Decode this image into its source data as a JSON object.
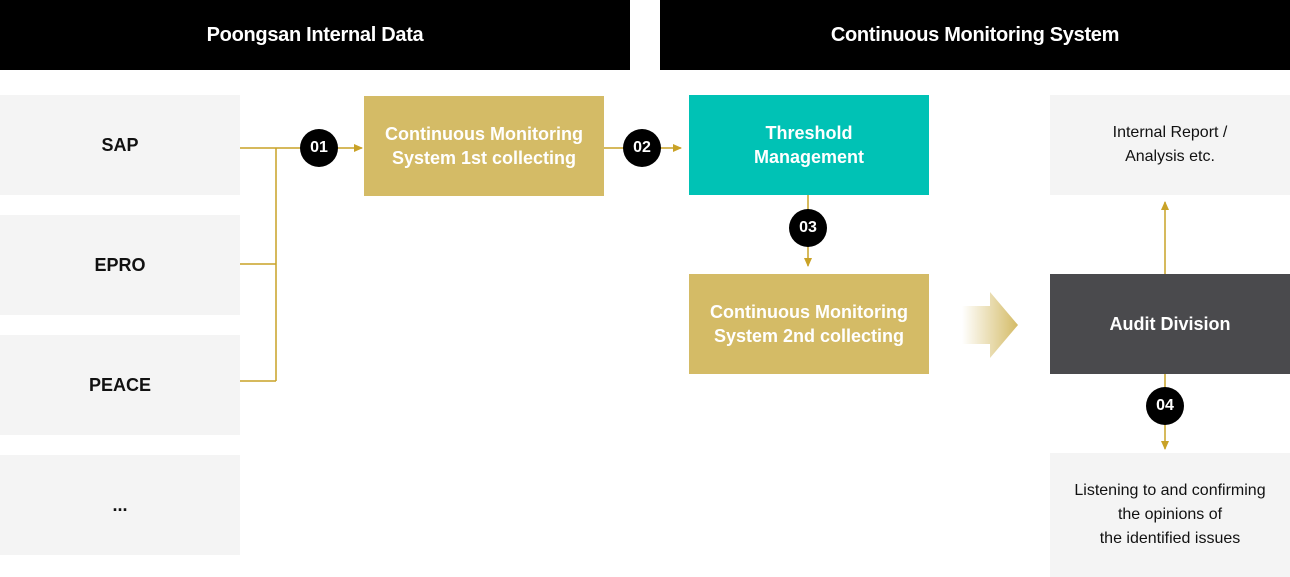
{
  "headers": {
    "left": "Poongsan Internal Data",
    "right": "Continuous Monitoring System"
  },
  "sources": [
    "SAP",
    "EPRO",
    "PEACE",
    "..."
  ],
  "steps": {
    "first_collecting": "Continuous Monitoring\nSystem 1st collecting",
    "threshold": "Threshold\nManagement",
    "second_collecting": "Continuous Monitoring\nSystem 2nd collecting",
    "audit": "Audit Division",
    "report": "Internal Report /\nAnalysis etc.",
    "listening": "Listening to and confirming\nthe opinions of\nthe identified issues"
  },
  "badges": [
    "01",
    "02",
    "03",
    "04"
  ],
  "colors": {
    "header": "#000000",
    "source_bg": "#f4f4f4",
    "gold": "#d4bb66",
    "teal": "#00c2b5",
    "dark": "#4a4a4d",
    "connector": "#c9a227"
  }
}
